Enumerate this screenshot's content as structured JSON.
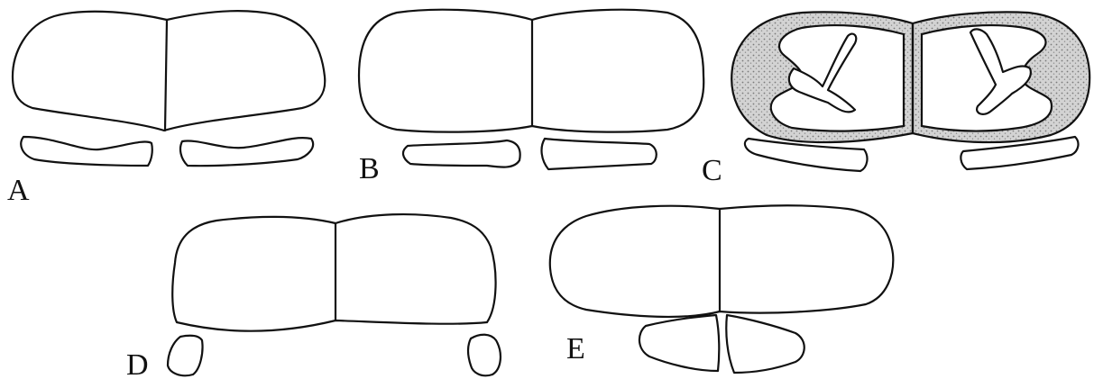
{
  "figure": {
    "panels": [
      {
        "label": "A"
      },
      {
        "label": "B"
      },
      {
        "label": "C"
      },
      {
        "label": "D"
      },
      {
        "label": "E"
      }
    ]
  },
  "colors": {
    "line": "#111111",
    "fill": "#ffffff",
    "stipple": "#c9c9c9"
  }
}
